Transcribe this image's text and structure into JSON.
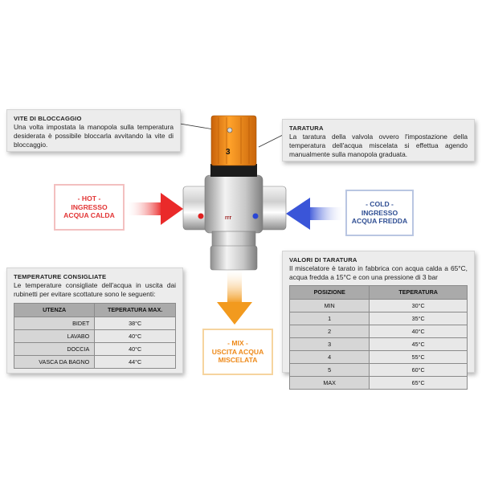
{
  "vite": {
    "title": "VITE DI BLOCCAGGIO",
    "text": "Una volta impostata la manopola sulla temperatura desiderata è possibile bloccarla avvitando la vite di bloccaggio."
  },
  "taratura": {
    "title": "TARATURA",
    "text": "La taratura della valvola ovvero l'impostazione della temperatura dell'acqua miscelata si effettua agendo manualmente sulla manopola graduata."
  },
  "hot": {
    "line1": "- HOT -",
    "line2": "INGRESSO",
    "line3": "ACQUA CALDA"
  },
  "cold": {
    "line1": "- COLD -",
    "line2": "INGRESSO",
    "line3": "ACQUA FREDDA"
  },
  "mix": {
    "line1": "- MIX -",
    "line2": "USCITA ACQUA",
    "line3": "MISCELATA"
  },
  "valve": {
    "knob_number": "3"
  },
  "temperature": {
    "title": "TEMPERATURE CONSIGLIATE",
    "text": "Le temperature consigliate dell'acqua in uscita dai rubinetti per evitare scottature sono le seguenti:",
    "headers": [
      "UTENZA",
      "TEPERATURA MAX."
    ],
    "rows": [
      [
        "BIDET",
        "38°C"
      ],
      [
        "LAVABO",
        "40°C"
      ],
      [
        "DOCCIA",
        "40°C"
      ],
      [
        "VASCA DA BAGNO",
        "44°C"
      ]
    ]
  },
  "valori": {
    "title": "VALORI DI TARATURA",
    "text": "Il miscelatore è tarato in fabbrica con acqua calda a 65°C, acqua fredda a 15°C e con una pressione di 3 bar",
    "headers": [
      "POSIZIONE",
      "TEPERATURA"
    ],
    "rows": [
      [
        "MIN",
        "30°C"
      ],
      [
        "1",
        "35°C"
      ],
      [
        "2",
        "40°C"
      ],
      [
        "3",
        "45°C"
      ],
      [
        "4",
        "55°C"
      ],
      [
        "5",
        "60°C"
      ],
      [
        "MAX",
        "65°C"
      ]
    ]
  },
  "colors": {
    "hot": "#e23535",
    "cold": "#2f4e93",
    "mix": "#ee8a1a",
    "knob": "#f08a12",
    "panel": "#ececec"
  }
}
